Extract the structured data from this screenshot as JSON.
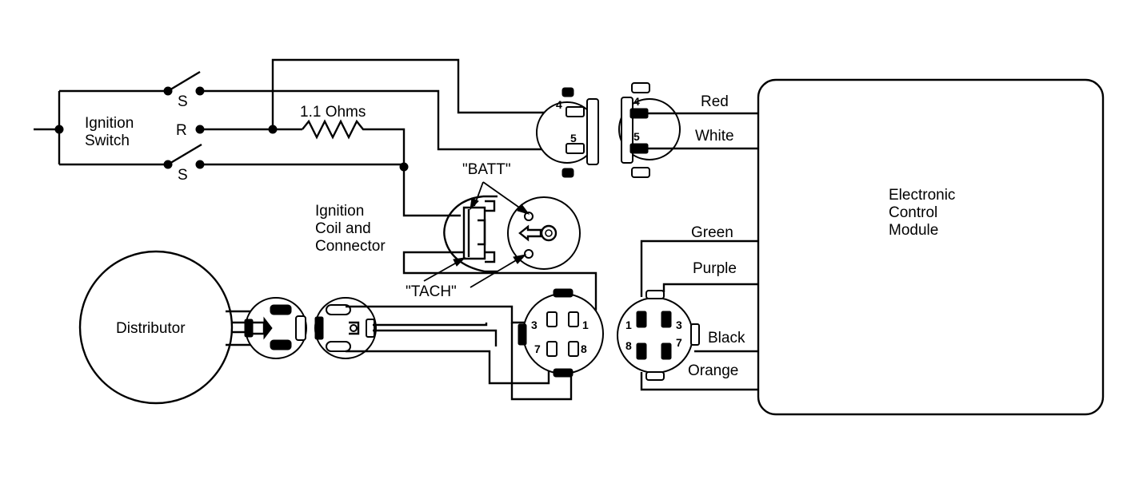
{
  "diagram": {
    "ignition_switch": {
      "label_line1": "Ignition",
      "label_line2": "Switch",
      "terminal_s_top": "S",
      "terminal_r": "R",
      "terminal_s_bottom": "S"
    },
    "resistor_label": "1.1 Ohms",
    "batt_label": "\"BATT\"",
    "tach_label": "\"TACH\"",
    "coil": {
      "label_line1": "Ignition",
      "label_line2": "Coil and",
      "label_line3": "Connector"
    },
    "distributor_label": "Distributor",
    "ecm": {
      "label_line1": "Electronic",
      "label_line2": "Control",
      "label_line3": "Module"
    },
    "two_pin_connector": {
      "pin_top": "4",
      "pin_bottom": "5"
    },
    "wires": {
      "red": "Red",
      "white": "White",
      "green": "Green",
      "purple": "Purple",
      "black": "Black",
      "orange": "Orange"
    },
    "eight_pin_connector": {
      "pin_1": "1",
      "pin_3": "3",
      "pin_7": "7",
      "pin_8": "8"
    }
  }
}
